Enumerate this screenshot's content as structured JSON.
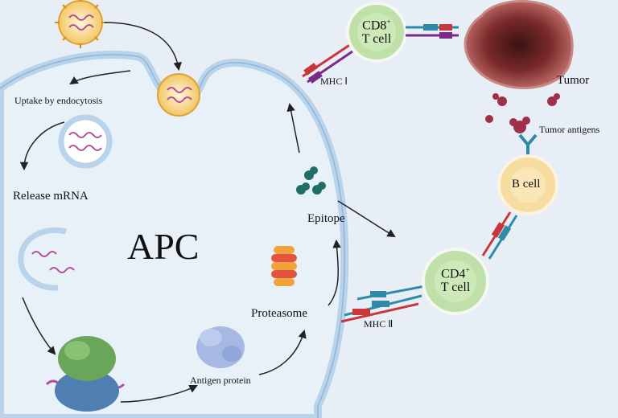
{
  "labels": {
    "uptake": "Uptake by endocytosis",
    "release": "Release mRNA",
    "apc": "APC",
    "antigen_protein": "Antigen protein",
    "proteasome": "Proteasome",
    "epitope": "Epitope",
    "mhc1": "MHC Ⅰ",
    "mhc2": "MHC Ⅱ",
    "tumor": "Tumor",
    "tumor_antigens": "Tumor antigens",
    "b_cell": "B cell",
    "cd8_main": "CD8",
    "cd8_sup": "+",
    "cd8_sub": "T cell",
    "cd4_main": "CD4",
    "cd4_sup": "+",
    "cd4_sub": "T cell"
  },
  "colors": {
    "background": "#e7eef6",
    "membrane": "#b9d3ea",
    "t_cell": "#bfe0a8",
    "b_cell": "#f7dca0",
    "tumor": "#9c3d3d",
    "mrna": "#b04f9a",
    "epitope": "#1f6e66",
    "mhc_red": "#c9373a",
    "receptor_teal": "#2e8aa8"
  }
}
